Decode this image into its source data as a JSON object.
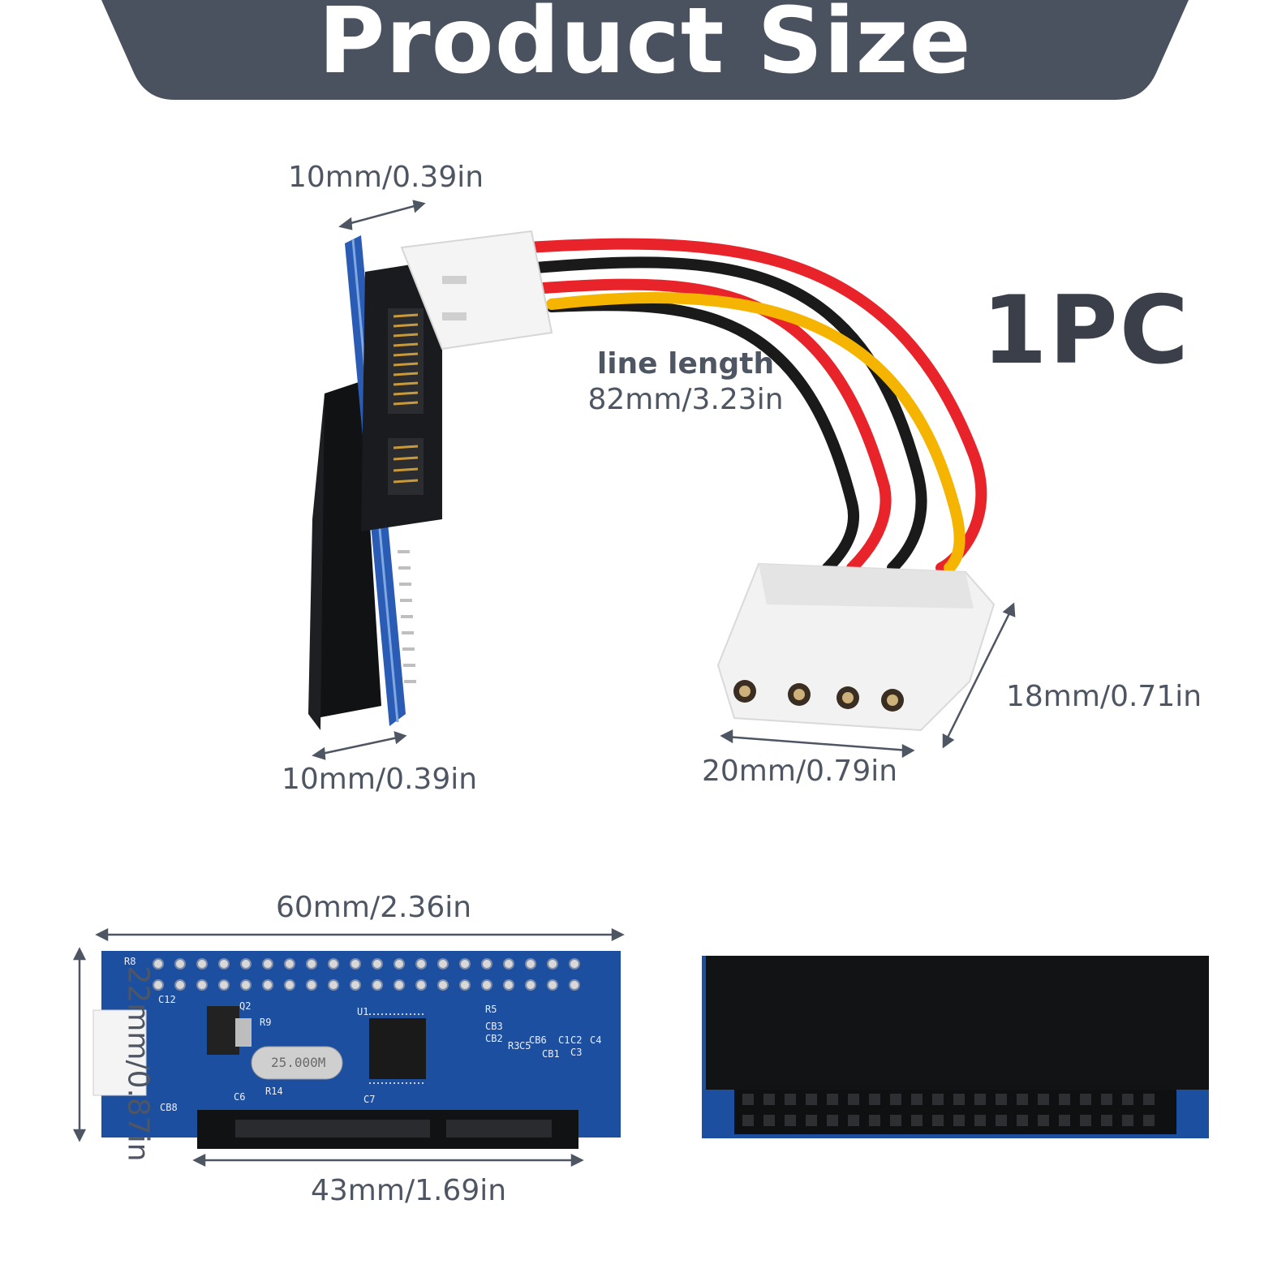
{
  "banner": {
    "title": "Product Size",
    "bg_color": "#4a5260",
    "text_color": "#ffffff"
  },
  "quantity": {
    "label": "1PC"
  },
  "cable": {
    "title": "line length",
    "value": "82mm/3.23in"
  },
  "dimensions": {
    "top_connector_depth": "10mm/0.39in",
    "bottom_connector_depth": "10mm/0.39in",
    "molex_width": "20mm/0.79in",
    "molex_height": "18mm/0.71in",
    "board_width": "60mm/2.36in",
    "board_height": "22mm/0.87in",
    "sata_width": "43mm/1.69in"
  },
  "board": {
    "silkscreen": [
      "R8",
      "C12",
      "Q2",
      "R9",
      "U1",
      "R5",
      "CB3",
      "CB2",
      "R3",
      "C5",
      "CB6",
      "CB1",
      "C1",
      "C2",
      "C3",
      "C4",
      "R14",
      "C6",
      "C7",
      "CB8"
    ],
    "crystal_label": "25.000M"
  },
  "colors": {
    "pcb_blue": "#1d4fa0",
    "wire_red": "#e8232a",
    "wire_black": "#1a1a1a",
    "wire_yellow": "#f5b400",
    "connector_white": "#f4f4f4"
  }
}
